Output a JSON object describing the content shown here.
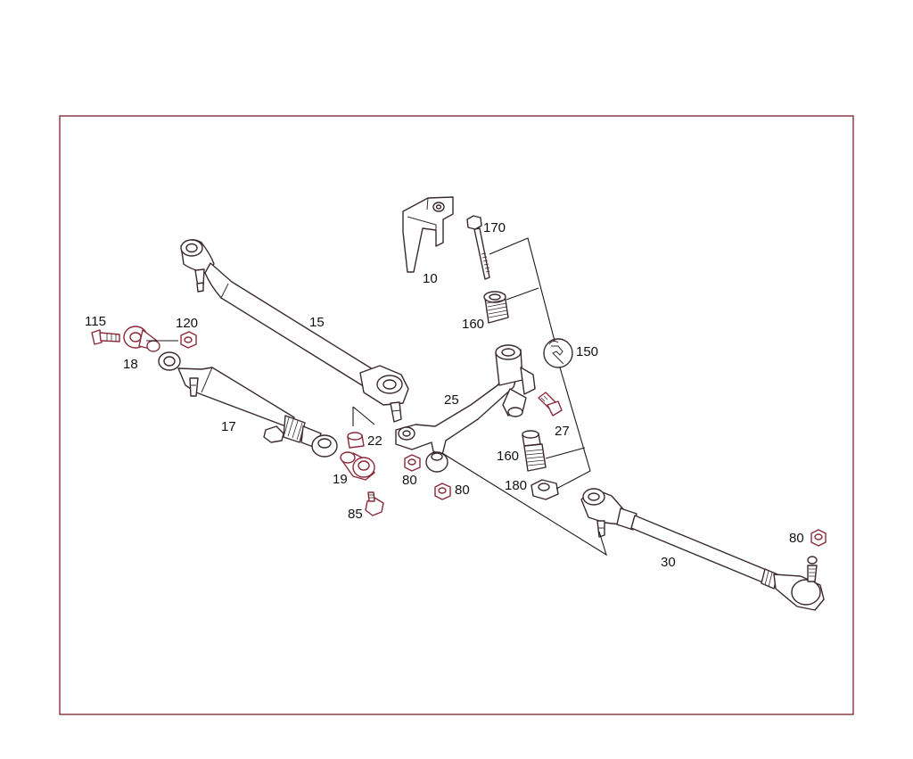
{
  "diagram": {
    "callouts": {
      "c10": "10",
      "c15": "15",
      "c17": "17",
      "c18": "18",
      "c19": "19",
      "c22": "22",
      "c25": "25",
      "c27": "27",
      "c30": "30",
      "c80a": "80",
      "c80b": "80",
      "c80c": "80",
      "c85": "85",
      "c115": "115",
      "c120": "120",
      "c150": "150",
      "c160a": "160",
      "c160b": "160",
      "c170": "170",
      "c180": "180"
    }
  }
}
